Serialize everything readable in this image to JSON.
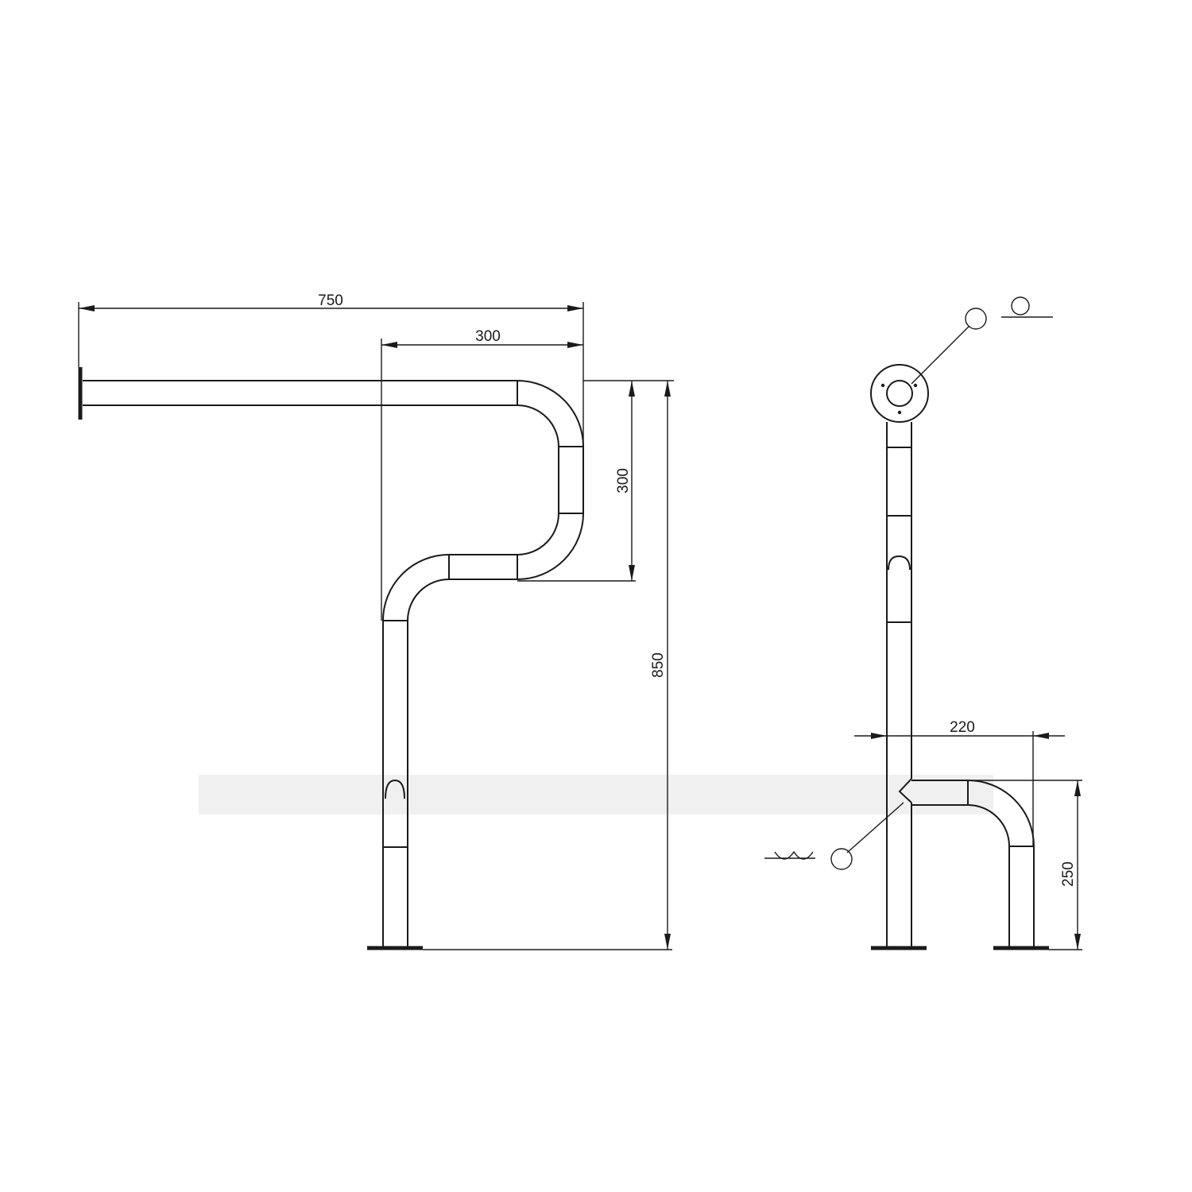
{
  "drawing": {
    "front_view": {
      "dimensions": {
        "overall_length": "750",
        "offset_width": "300",
        "offset_height": "300",
        "total_height": "850"
      }
    },
    "side_view": {
      "dimensions": {
        "foot_reach": "220",
        "foot_height": "250"
      }
    }
  }
}
